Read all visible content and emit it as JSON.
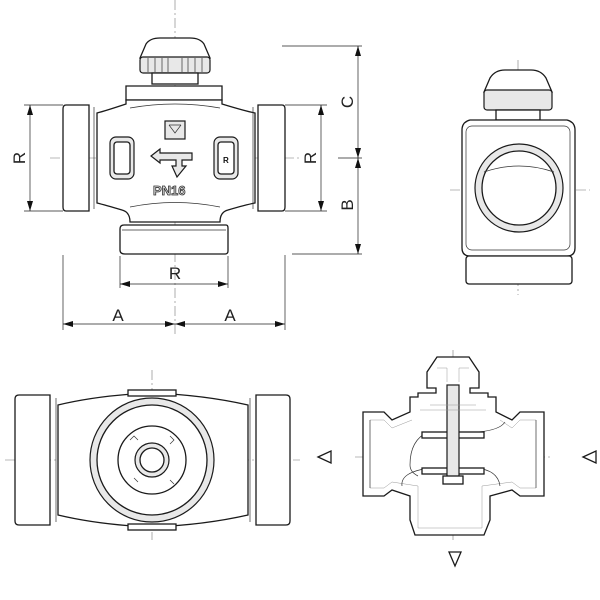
{
  "front_view": {
    "marking_pn": "PN16",
    "marking_port": "R",
    "dim_left_R": "R",
    "dim_right_R": "R",
    "dim_bottom_R": "R",
    "dim_A_left": "A",
    "dim_A_right": "A",
    "dim_C": "C",
    "dim_B": "B"
  }
}
